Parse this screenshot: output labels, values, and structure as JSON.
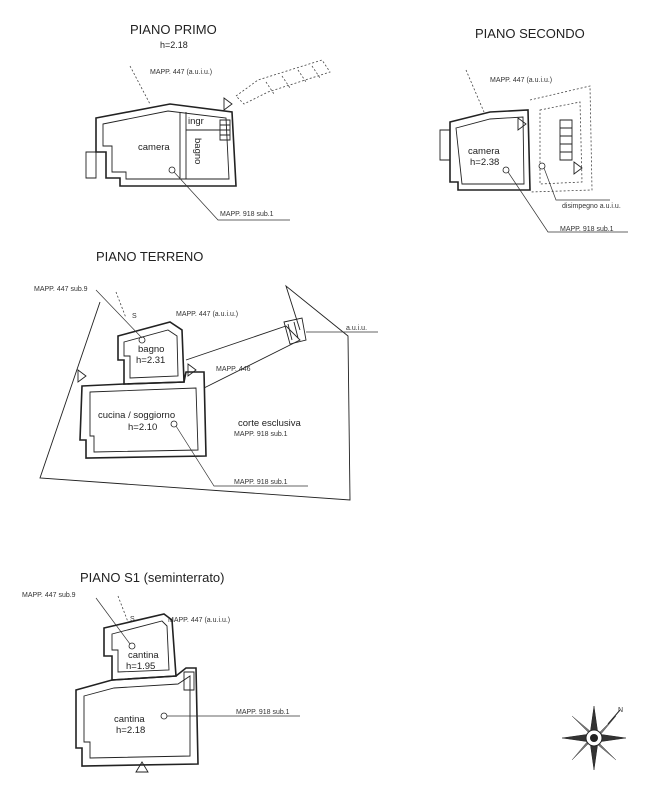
{
  "plans": {
    "primo": {
      "title": "PIANO PRIMO",
      "height": "h=2.18",
      "mapp_447": "MAPP. 447 (a.u.i.u.)",
      "camera": "camera",
      "ingr": "ingr",
      "bagno": "bagno",
      "mapp_918": "MAPP. 918 sub.1"
    },
    "secondo": {
      "title": "PIANO SECONDO",
      "mapp_447": "MAPP. 447 (a.u.i.u.)",
      "camera": "camera",
      "height": "h=2.38",
      "disimpegno": "disimpegno a.u.i.u.",
      "mapp_918": "MAPP. 918 sub.1"
    },
    "terreno": {
      "title": "PIANO TERRENO",
      "mapp_447_sub9": "MAPP. 447 sub.9",
      "mapp_447": "MAPP. 447 (a.u.i.u.)",
      "auiu": "a.u.i.u.",
      "bagno": "bagno",
      "bagno_h": "h=2.31",
      "mapp_446": "MAPP. 446",
      "cucina": "cucina / soggiorno",
      "cucina_h": "h=2.10",
      "corte": "corte esclusiva",
      "corte_mapp": "MAPP. 918 sub.1",
      "mapp_918": "MAPP. 918 sub.1"
    },
    "s1": {
      "title": "PIANO S1 (seminterrato)",
      "mapp_447_sub9": "MAPP. 447 sub.9",
      "mapp_447": "MAPP. 447 (a.u.i.u.)",
      "cantina1": "cantina",
      "cantina1_h": "h=1.95",
      "cantina2": "cantina",
      "cantina2_h": "h=2.18",
      "mapp_918": "MAPP. 918 sub.1"
    }
  },
  "compass": {
    "north": "N"
  }
}
